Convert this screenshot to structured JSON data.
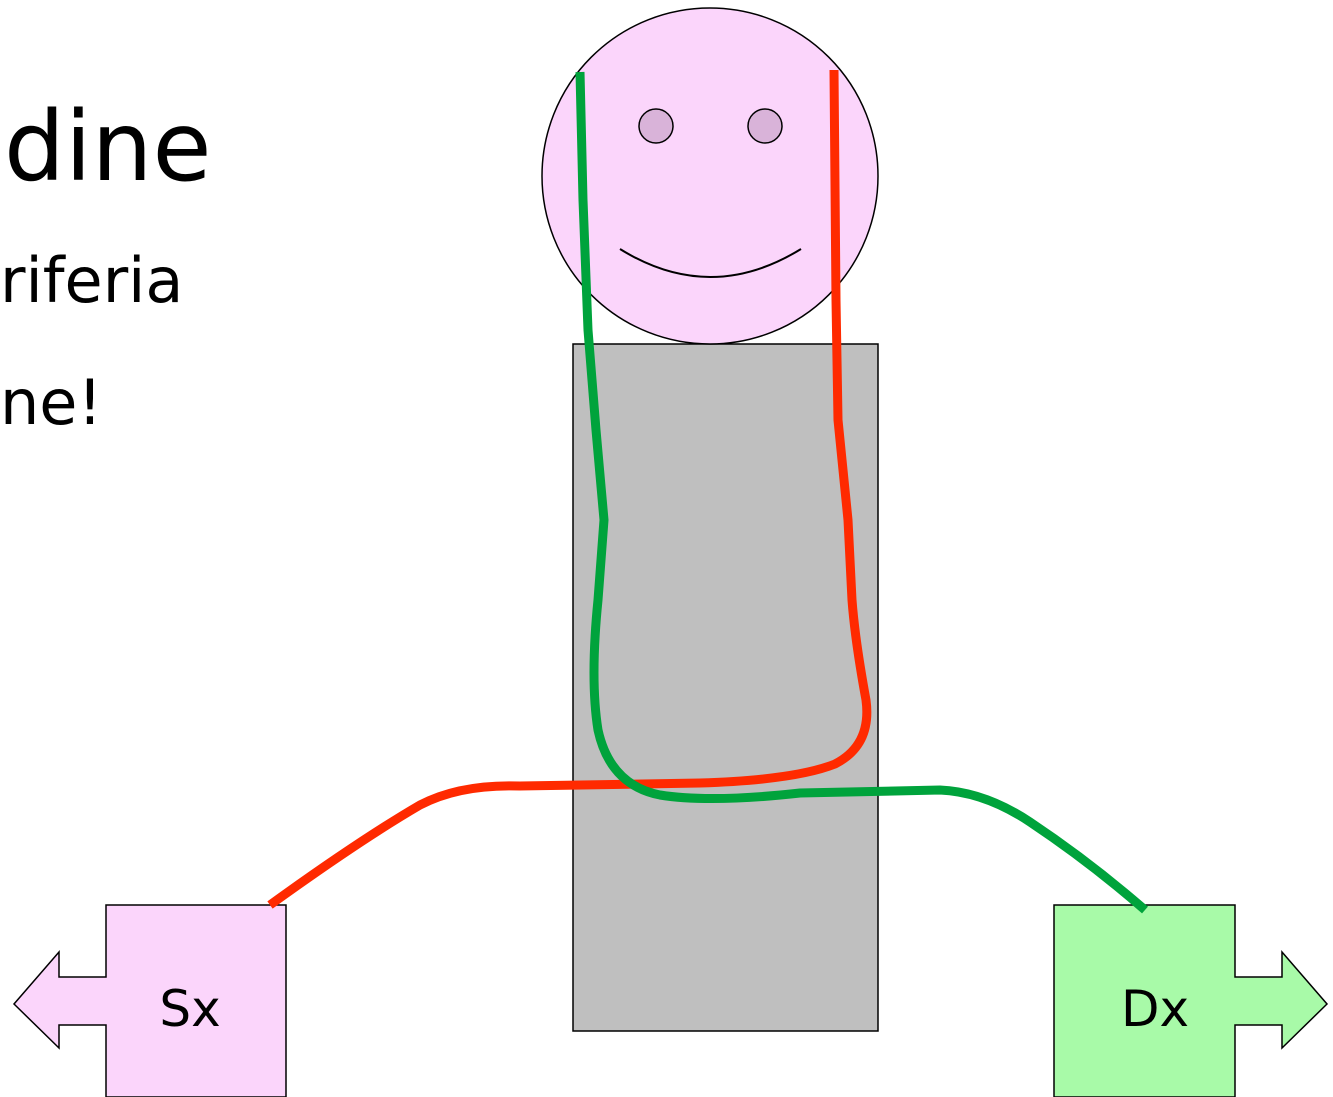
{
  "slide": {
    "title_fragment": "dine",
    "line2_fragment": "riferia",
    "line3_fragment": "ne!"
  },
  "diagram": {
    "left_box": {
      "label": "Sx",
      "color": "#FBD5FB"
    },
    "right_box": {
      "label": "Dx",
      "color": "#A8FAA8"
    },
    "head_color": "#FBD5FB",
    "eye_color": "#D9B3D9",
    "body_color": "#BFBFBF",
    "left_path_color": "#FF2A00",
    "right_path_color": "#00A33C"
  }
}
